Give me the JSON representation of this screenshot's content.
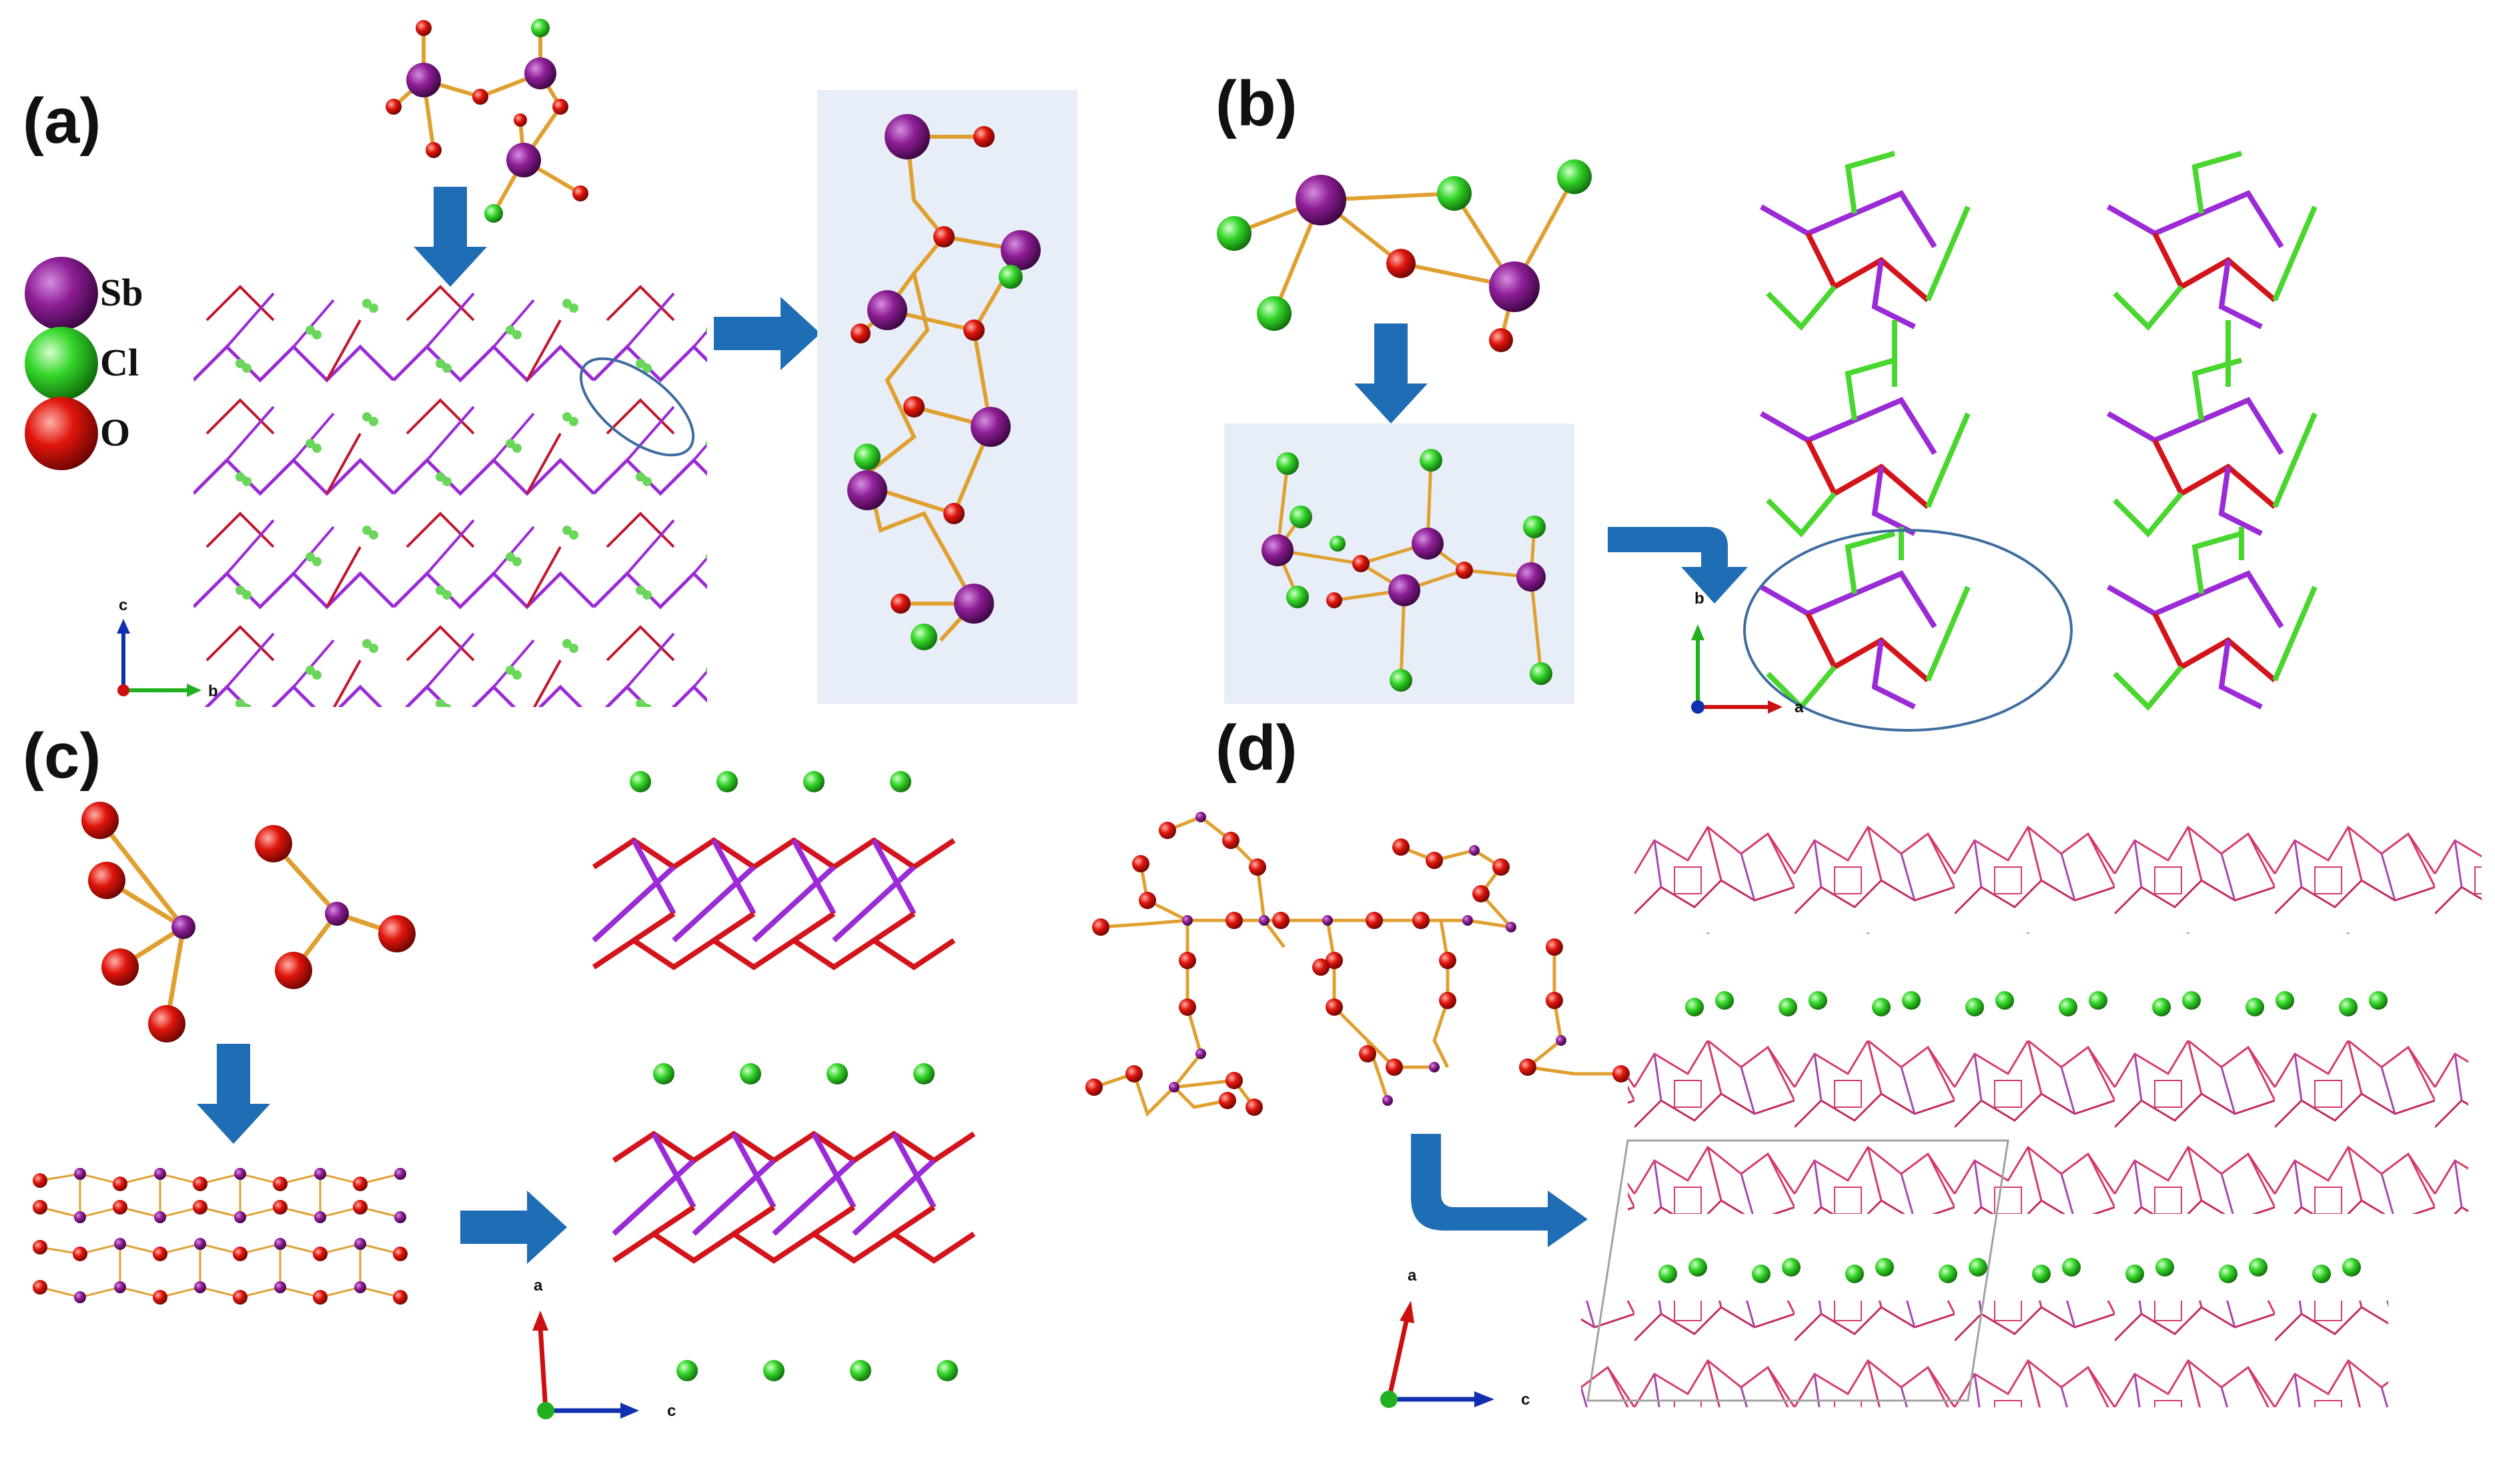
{
  "panels": {
    "a": {
      "label": "(a)",
      "axes": {
        "vertical": "c",
        "horizontal": "b"
      }
    },
    "b": {
      "label": "(b)",
      "axes": {
        "vertical": "b",
        "horizontal": "a"
      }
    },
    "c": {
      "label": "(c)",
      "axes": {
        "vertical": "a",
        "horizontal": "c"
      }
    },
    "d": {
      "label": "(d)",
      "axes": {
        "vertical": "a",
        "horizontal": "c"
      }
    }
  },
  "legend": [
    {
      "element": "Sb",
      "color": "#8e1e96"
    },
    {
      "element": "Cl",
      "color": "#35d62a"
    },
    {
      "element": "O",
      "color": "#e0150c"
    }
  ],
  "colors": {
    "arrow": "#1f6db5",
    "bond": "#e0a030",
    "sb_bond": "#9b2bd6",
    "o_bond": "#d3141a",
    "cl_bond": "#49d62e",
    "inset_bg": "#e8eef8",
    "ellipse": "#3f6d9e",
    "axis_a": "#cc1010",
    "axis_b": "#20b020",
    "axis_c": "#1030b0"
  },
  "icons": [
    "down-arrow-icon",
    "right-arrow-icon",
    "bent-arrow-icon",
    "axis-triad-icon"
  ]
}
